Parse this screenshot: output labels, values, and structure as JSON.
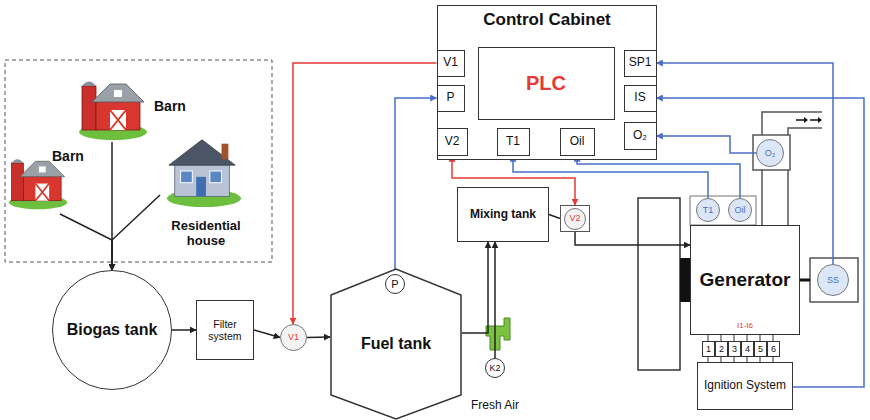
{
  "diagram": {
    "nodes": [
      {
        "text": [
          "Control Cabinet"
        ]
      },
      {
        "text": [
          "V1"
        ],
        "in": 0
      },
      {
        "text": [
          "P"
        ],
        "in": 0
      },
      {
        "text": [
          "V2"
        ],
        "in": 0
      },
      {
        "text": [
          "PLC"
        ],
        "in": 0
      },
      {
        "text": [
          "T1"
        ],
        "in": 0
      },
      {
        "text": [
          "Oil"
        ],
        "in": 0
      },
      {
        "text": [
          "SP1"
        ],
        "in": 0
      },
      {
        "text": [
          "IS"
        ],
        "in": 0
      },
      {
        "text": [
          "O₂"
        ],
        "in": 0
      },
      {
        "text": [
          "Barn"
        ]
      },
      {
        "text": [
          "Barn"
        ]
      },
      {
        "text": [
          "Residential house"
        ]
      },
      {
        "text": [
          "Biogas tank"
        ]
      },
      {
        "text": [
          "Filter system"
        ]
      },
      {
        "text": [
          "V1"
        ]
      },
      {
        "text": [
          "Fuel tank"
        ]
      },
      {
        "text": [
          "P"
        ]
      },
      {
        "text": [
          "Mixing tank"
        ]
      },
      {
        "text": [
          "V2"
        ]
      },
      {
        "text": [
          "K2"
        ]
      },
      {
        "text": [
          "T1"
        ]
      },
      {
        "text": [
          "Oil"
        ]
      },
      {
        "text": [
          "O₂"
        ]
      },
      {
        "text": [
          "Generator",
          "I1-I6"
        ]
      },
      {
        "text": [
          "SS"
        ]
      },
      {
        "text": [
          "1"
        ]
      },
      {
        "text": [
          "2"
        ]
      },
      {
        "text": [
          "3"
        ]
      },
      {
        "text": [
          "4"
        ]
      },
      {
        "text": [
          "5"
        ]
      },
      {
        "text": [
          "6"
        ]
      },
      {
        "text": [
          "Ignition System"
        ]
      }
    ],
    "edges": [
      {
        "from": 10,
        "to": 13,
        "arrow": "to"
      },
      {
        "from": 11,
        "to": 13,
        "arrow": "to"
      },
      {
        "from": 12,
        "to": 13,
        "arrow": "to"
      },
      {
        "from": 13,
        "to": 14,
        "arrow": "to"
      },
      {
        "from": 14,
        "to": 15,
        "arrow": "to"
      },
      {
        "from": 15,
        "to": 16,
        "arrow": "to"
      },
      {
        "from": 16,
        "to": 18,
        "arrow": "to"
      },
      {
        "from": 20,
        "to": 18,
        "arrow": "to"
      },
      {
        "from": 18,
        "to": 19,
        "arrow": "none"
      },
      {
        "from": 19,
        "to": 24,
        "arrow": "to"
      },
      {
        "from": 1,
        "to": 15,
        "arrow": "to"
      },
      {
        "from": 17,
        "to": 2,
        "arrow": "to"
      },
      {
        "from": 3,
        "to": 19,
        "arrow": "both"
      },
      {
        "from": 21,
        "to": 5,
        "arrow": "to"
      },
      {
        "from": 22,
        "to": 6,
        "arrow": "to"
      },
      {
        "from": 23,
        "to": 9,
        "arrow": "to"
      },
      {
        "from": 25,
        "to": 7,
        "arrow": "to"
      },
      {
        "from": 32,
        "to": 8,
        "arrow": "to"
      }
    ],
    "labels": [
      "Fresh Air"
    ]
  }
}
